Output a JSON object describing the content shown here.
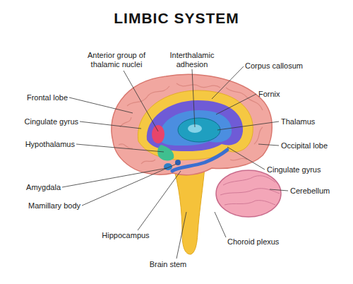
{
  "diagram": {
    "title": "LIMBIC SYSTEM",
    "labels": [
      "Anterior group of thalamic nuclei",
      "Interthalamic adhesion",
      "Corpus callosum",
      "Frontal lobe",
      "Fornix",
      "Cingulate gyrus",
      "Thalamus",
      "Hypothalamus",
      "Occipital lobe",
      "Cingulate gyrus",
      "Amygdala",
      "Cerebellum",
      "Mamillary body",
      "Hippocampus",
      "Choroid plexus",
      "Brain stem"
    ]
  }
}
